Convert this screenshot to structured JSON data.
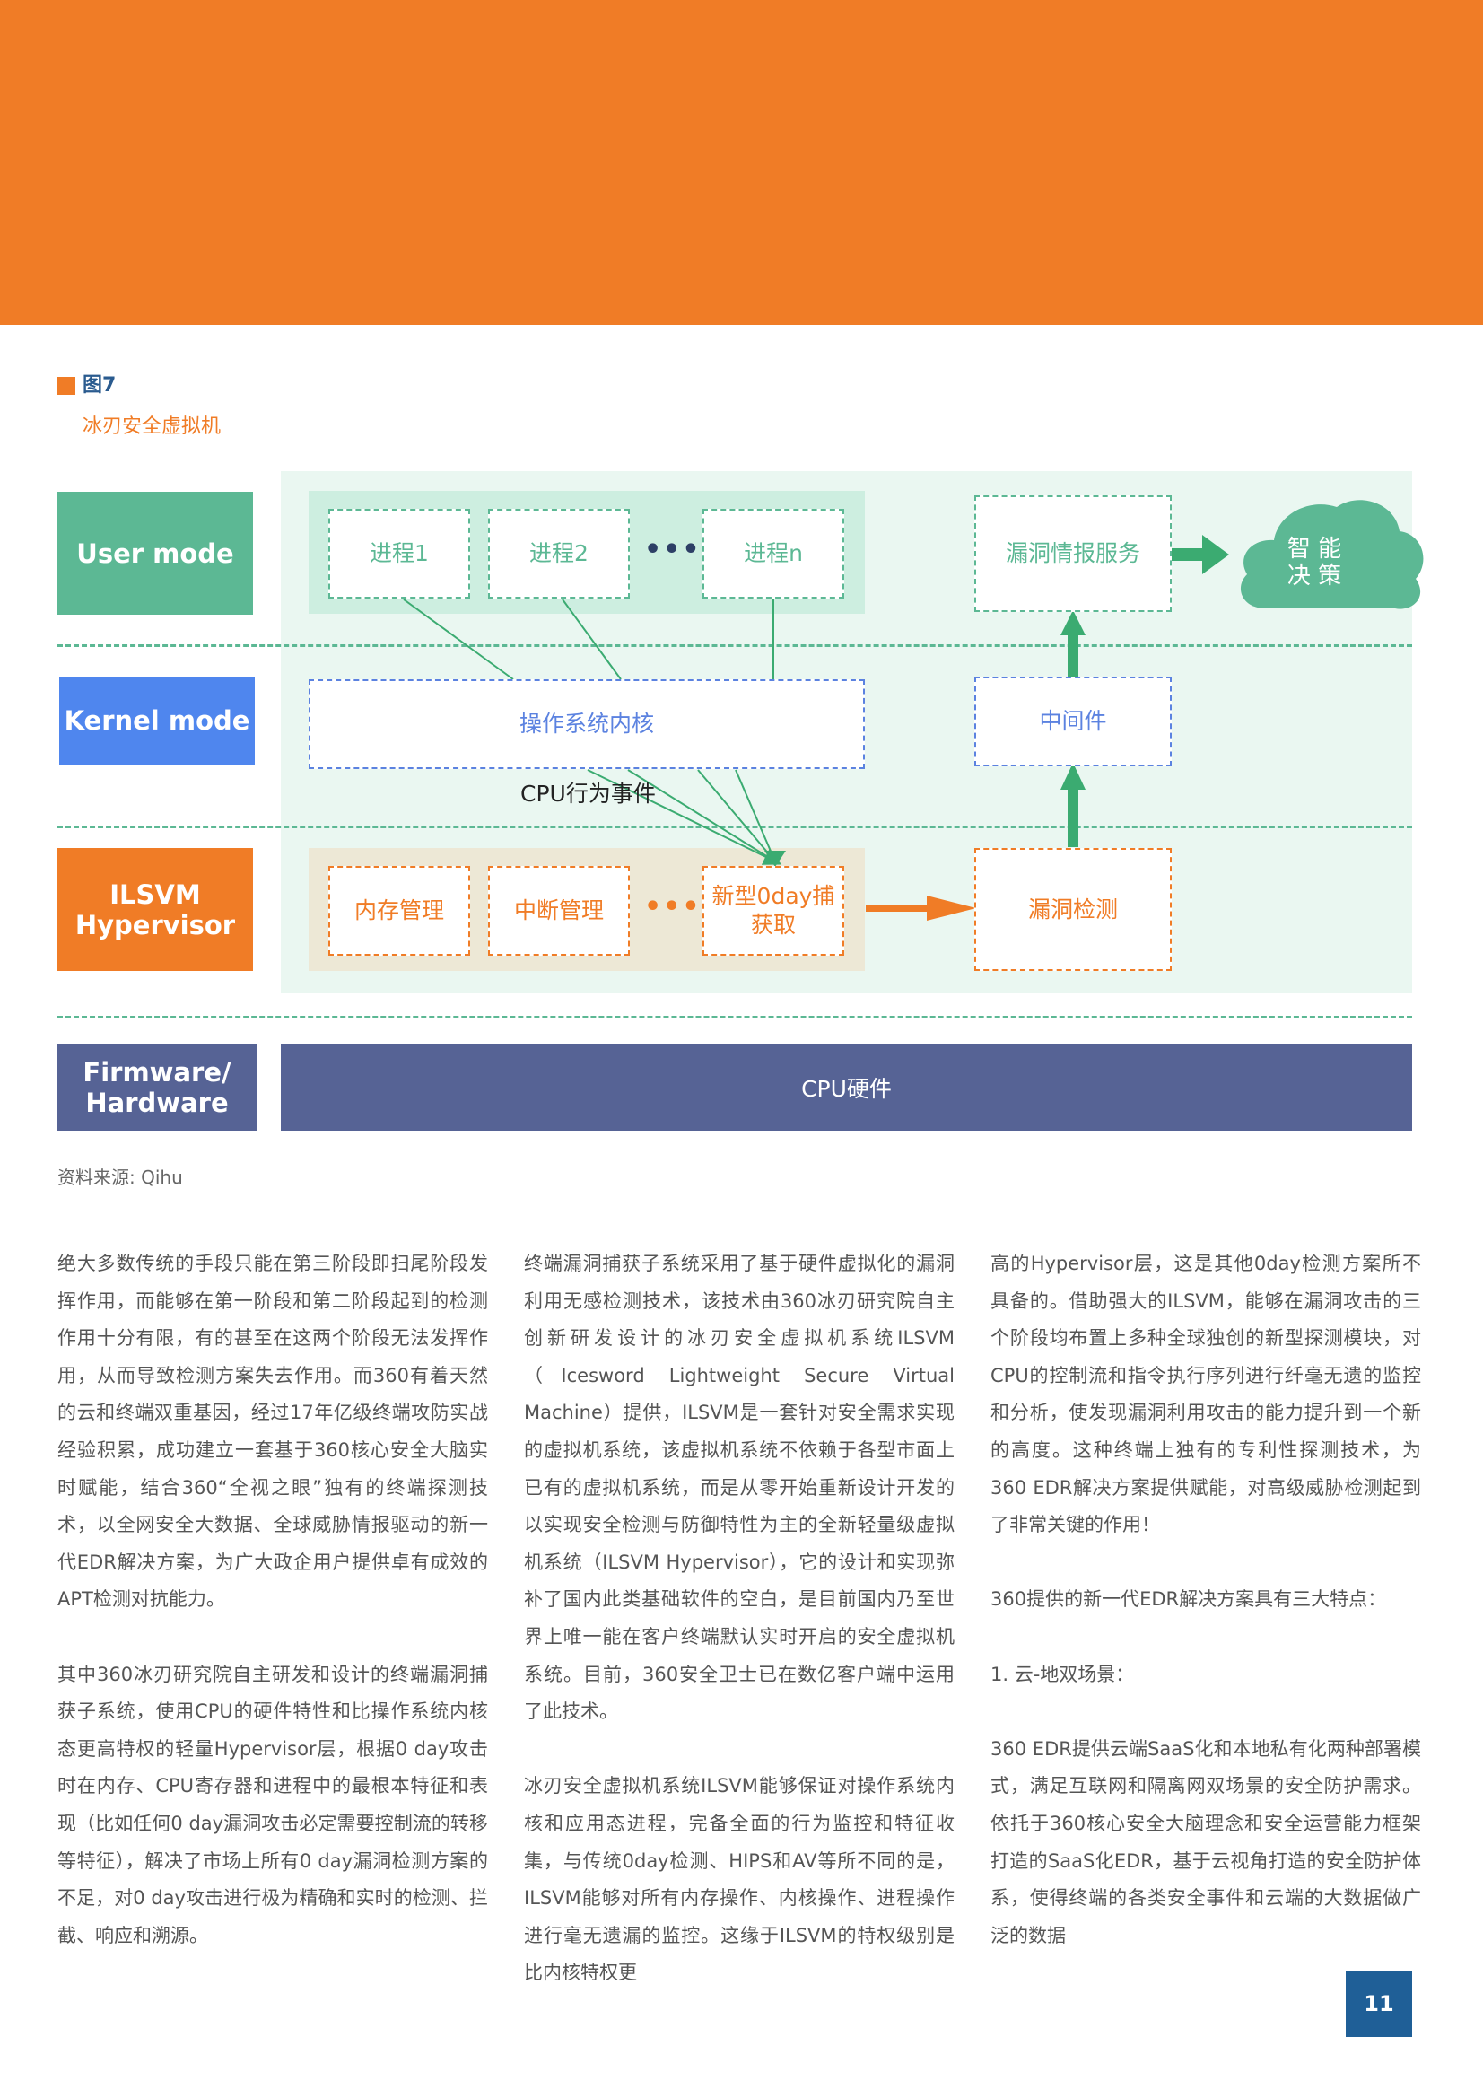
{
  "figure": {
    "label": "图7",
    "title": "冰刃安全虚拟机",
    "modes": {
      "user": "User mode",
      "kernel": "Kernel mode",
      "ilsvm_line1": "ILSVM",
      "ilsvm_line2": "Hypervisor",
      "firmware_line1": "Firmware/",
      "firmware_line2": "Hardware"
    },
    "processes": [
      "进程1",
      "进程2",
      "进程n"
    ],
    "ellipsis": "•••",
    "vuln_intel_service": "漏洞情报服务",
    "smart_decision_line1": "智 能",
    "smart_decision_line2": "决 策",
    "os_kernel": "操作系统内核",
    "middleware": "中间件",
    "cpu_events": "CPU行为事件",
    "memory_mgmt": "内存管理",
    "interrupt_mgmt": "中断管理",
    "zero_day_line1": "新型0day捕",
    "zero_day_line2": "获取",
    "vuln_detect": "漏洞检测",
    "cpu_hardware": "CPU硬件",
    "colors": {
      "green": "#5cb894",
      "blue": "#4f86ee",
      "orange": "#f07c26",
      "navy": "#566395",
      "panel_bg": "#eaf7f1"
    }
  },
  "source": "资料来源: Qihu",
  "columns": [
    [
      "绝大多数传统的手段只能在第三阶段即扫尾阶段发挥作用，而能够在第一阶段和第二阶段起到的检测作用十分有限，有的甚至在这两个阶段无法发挥作用，从而导致检测方案失去作用。而360有着天然的云和终端双重基因，经过17年亿级终端攻防实战经验积累，成功建立一套基于360核心安全大脑实时赋能，结合360“全视之眼”独有的终端探测技术，以全网安全大数据、全球威胁情报驱动的新一代EDR解决方案，为广大政企用户提供卓有成效的APT检测对抗能力。",
      "其中360冰刃研究院自主研发和设计的终端漏洞捕获子系统，使用CPU的硬件特性和比操作系统内核态更高特权的轻量Hypervisor层，根据0 day攻击时在内存、CPU寄存器和进程中的最根本特征和表现（比如任何0 day漏洞攻击必定需要控制流的转移等特征），解决了市场上所有0 day漏洞检测方案的不足，对0 day攻击进行极为精确和实时的检测、拦截、响应和溯源。"
    ],
    [
      "终端漏洞捕获子系统采用了基于硬件虚拟化的漏洞利用无感检测技术，该技术由360冰刃研究院自主创新研发设计的冰刃安全虚拟机系统ILSVM（Icesword Lightweight Secure Virtual Machine）提供，ILSVM是一套针对安全需求实现的虚拟机系统，该虚拟机系统不依赖于各型市面上已有的虚拟机系统，而是从零开始重新设计开发的以实现安全检测与防御特性为主的全新轻量级虚拟机系统（ILSVM Hypervisor），它的设计和实现弥补了国内此类基础软件的空白，是目前国内乃至世界上唯一能在客户终端默认实时开启的安全虚拟机系统。目前，360安全卫士已在数亿客户端中运用了此技术。",
      "冰刃安全虚拟机系统ILSVM能够保证对操作系统内核和应用态进程，完备全面的行为监控和特征收集，与传统0day检测、HIPS和AV等所不同的是，ILSVM能够对所有内存操作、内核操作、进程操作进行毫无遗漏的监控。这缘于ILSVM的特权级别是比内核特权更"
    ],
    [
      "高的Hypervisor层，这是其他0day检测方案所不具备的。借助强大的ILSVM，能够在漏洞攻击的三个阶段均布置上多种全球独创的新型探测模块，对CPU的控制流和指令执行序列进行纤毫无遗的监控和分析，使发现漏洞利用攻击的能力提升到一个新的高度。这种终端上独有的专利性探测技术，为360 EDR解决方案提供赋能，对高级威胁检测起到了非常关键的作用！",
      "360提供的新一代EDR解决方案具有三大特点：",
      "1. 云-地双场景：",
      "360 EDR提供云端SaaS化和本地私有化两种部署模式，满足互联网和隔离网双场景的安全防护需求。依托于360核心安全大脑理念和安全运营能力框架打造的SaaS化EDR，基于云视角打造的安全防护体系，使得终端的各类安全事件和云端的大数据做广泛的数据"
    ]
  ],
  "page_number": "11"
}
